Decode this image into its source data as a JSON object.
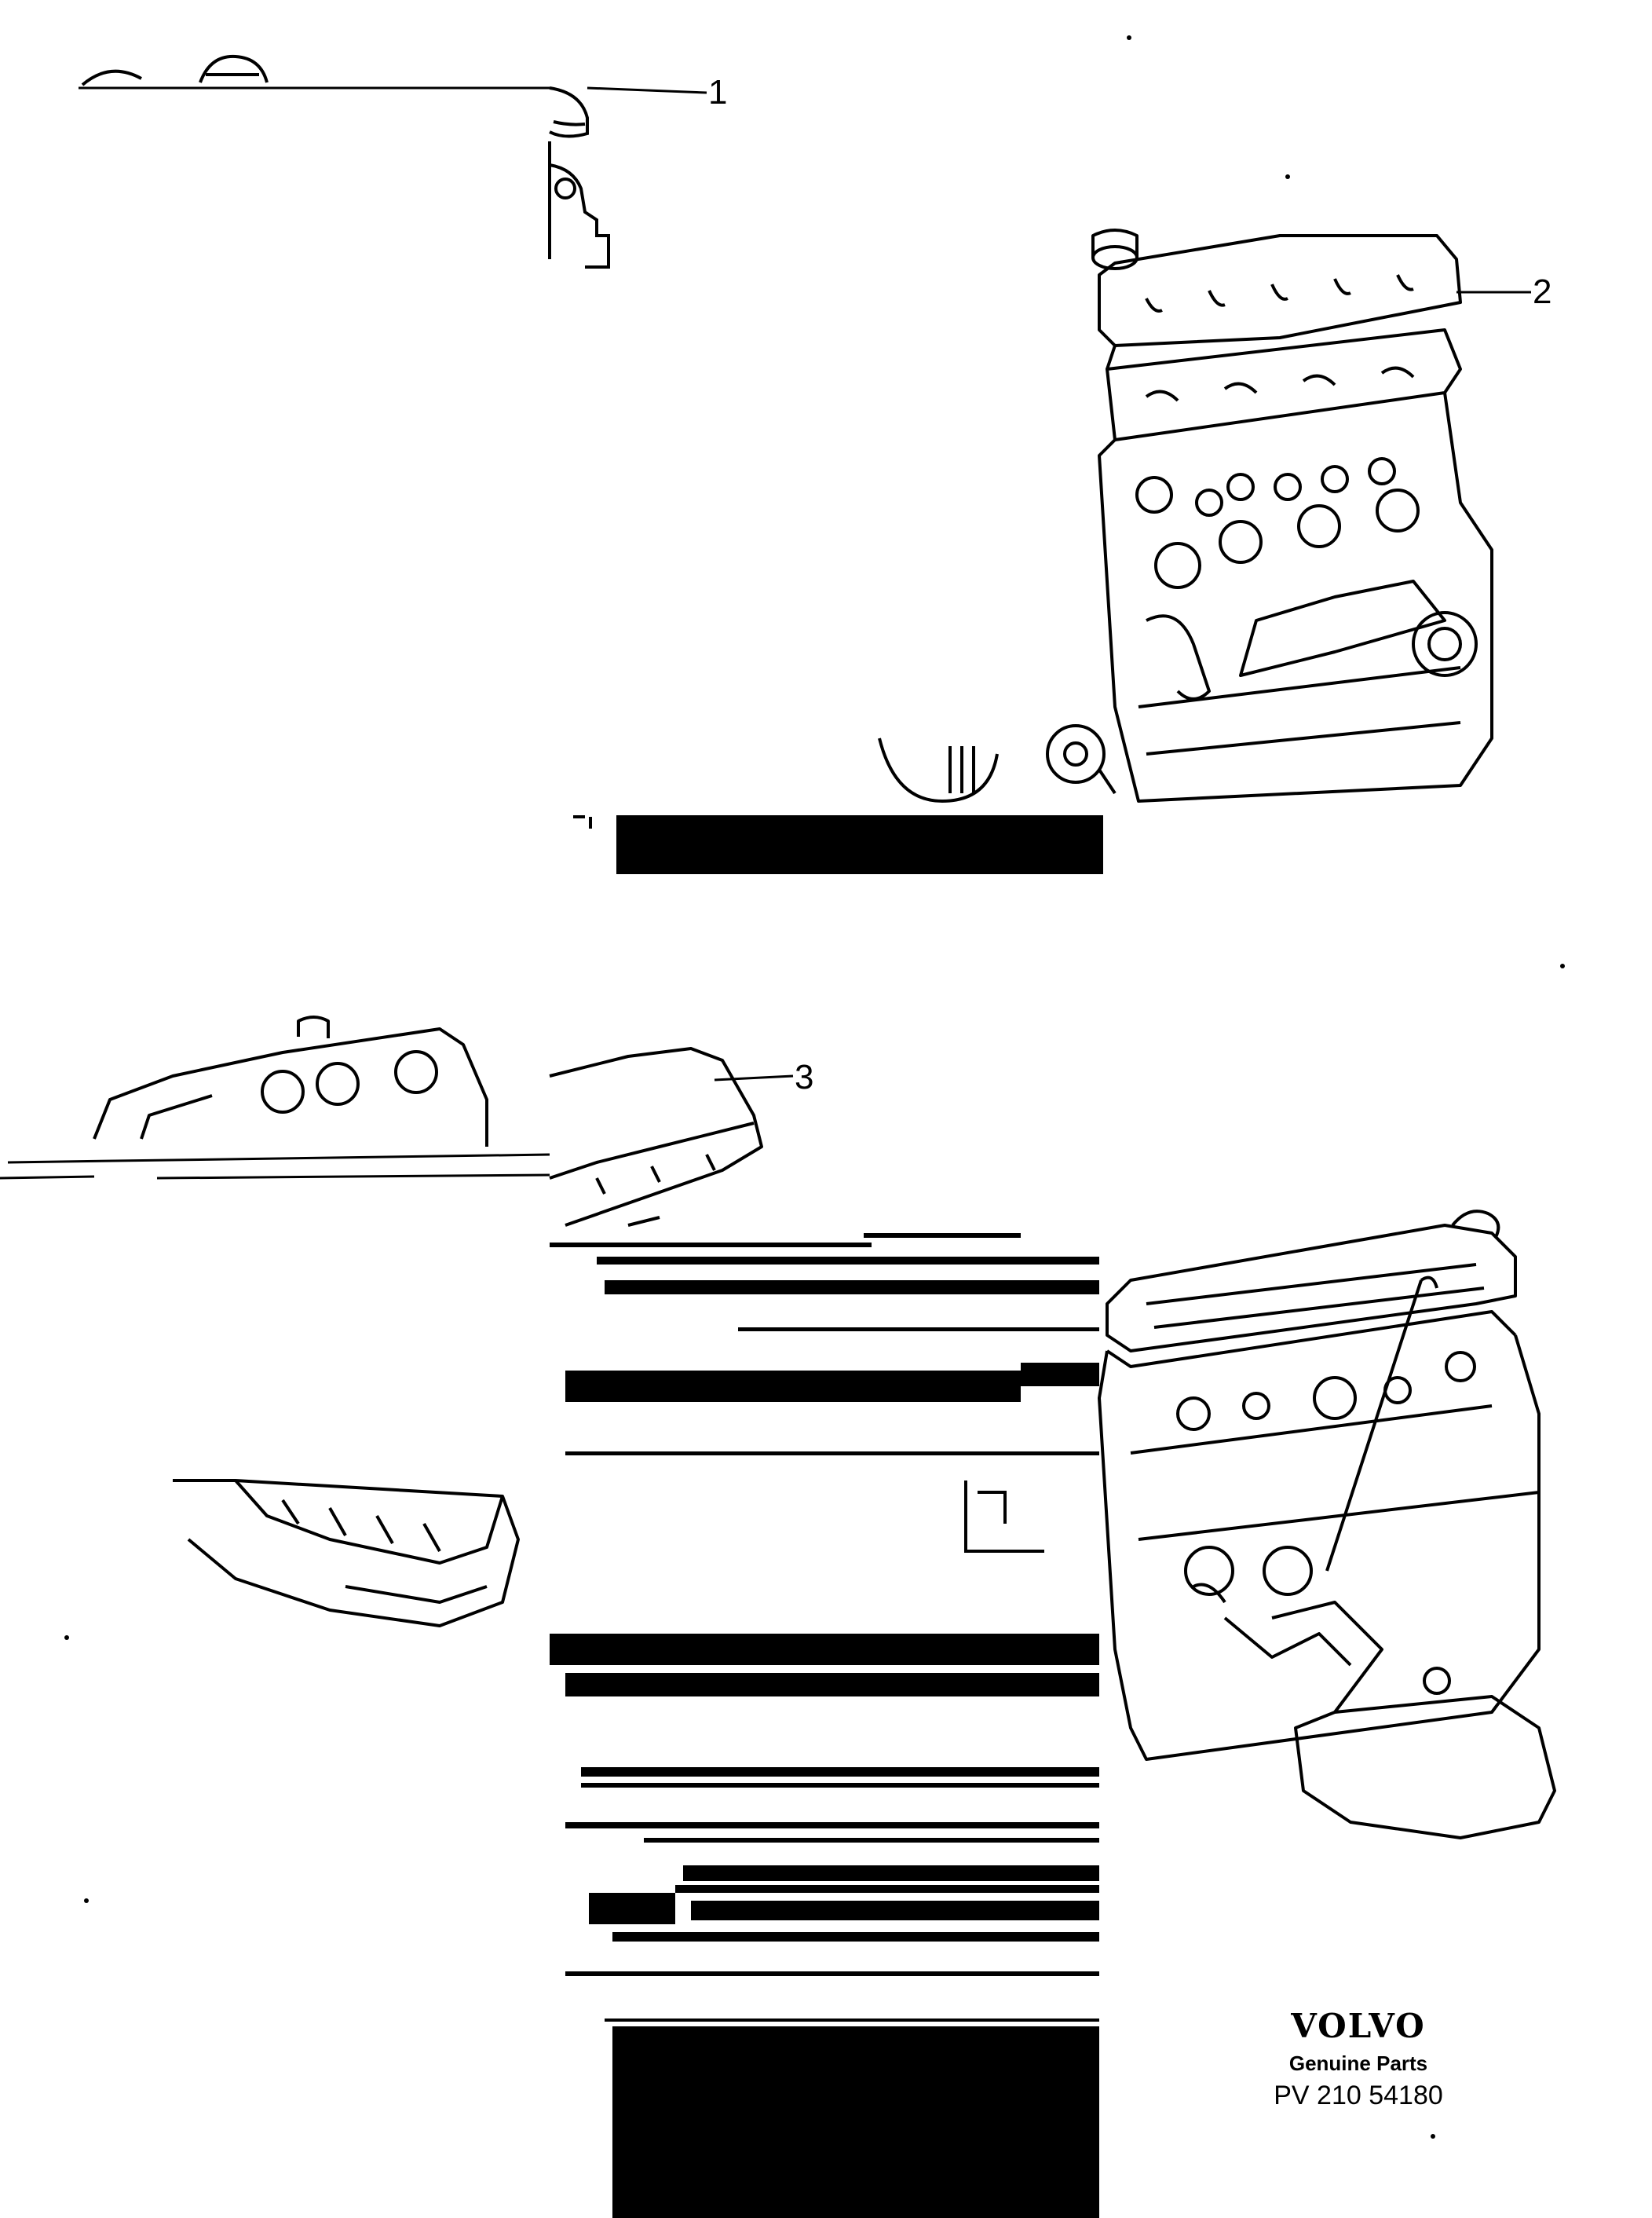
{
  "callouts": {
    "item_1": "1",
    "item_2": "2",
    "item_3": "3"
  },
  "brand": {
    "logo": "VOLVO",
    "tagline": "Genuine Parts",
    "code": "PV 210 54180"
  },
  "colors": {
    "line": "#000000",
    "background": "#ffffff"
  }
}
